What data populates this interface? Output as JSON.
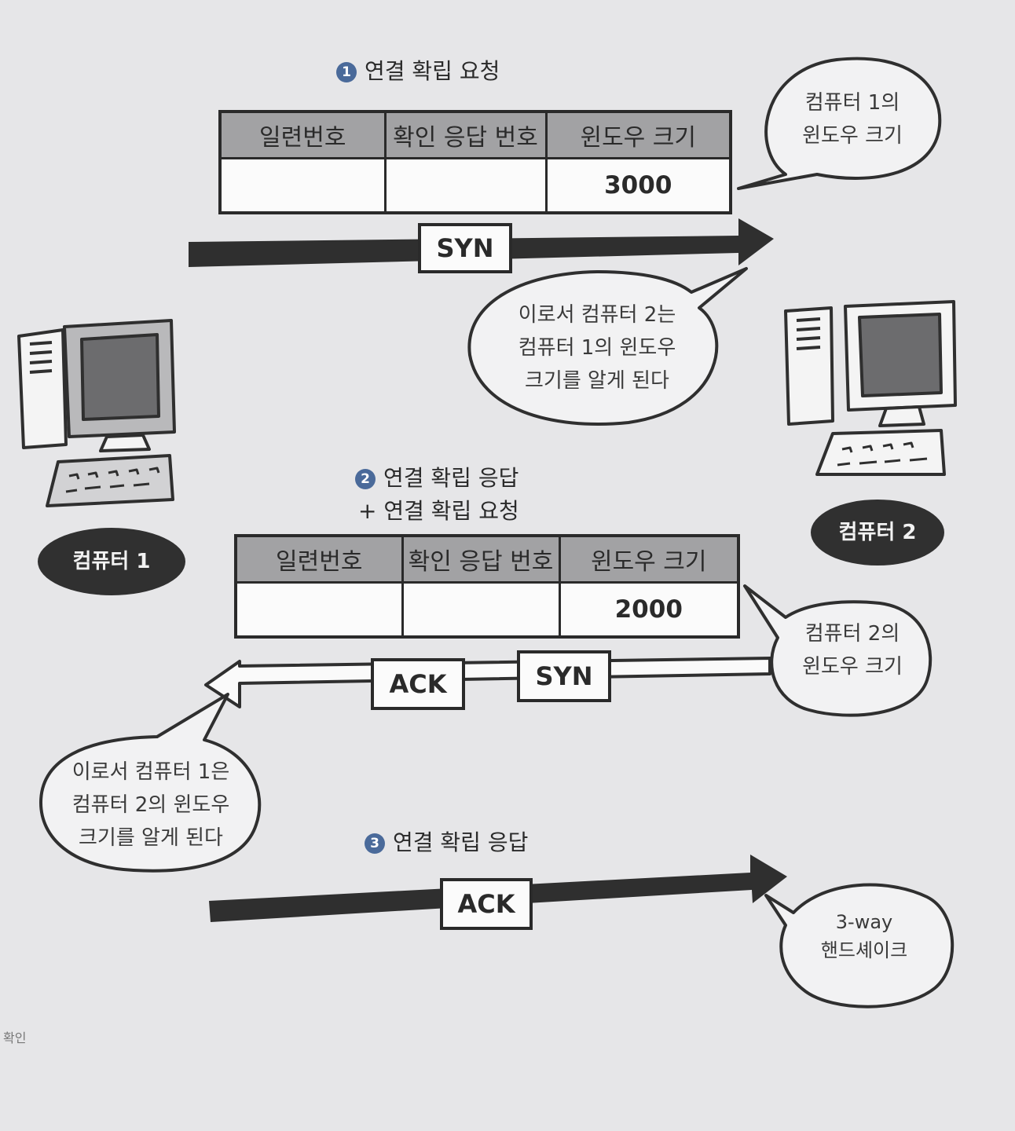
{
  "step1": {
    "badge": "1",
    "title": "연결 확립 요청"
  },
  "step2": {
    "badge": "2",
    "title_line1": "연결 확립 응답",
    "title_line2": "+ 연결 확립 요청"
  },
  "step3": {
    "badge": "3",
    "title": "연결 확립 응답"
  },
  "header_table_1": {
    "columns": [
      "일련번호",
      "확인 응답 번호",
      "윈도우 크기"
    ],
    "values": [
      "",
      "",
      "3000"
    ]
  },
  "header_table_2": {
    "columns": [
      "일련번호",
      "확인 응답 번호",
      "윈도우 크기"
    ],
    "values": [
      "",
      "",
      "2000"
    ]
  },
  "flags": {
    "syn_1": "SYN",
    "ack_2": "ACK",
    "syn_2": "SYN",
    "ack_3": "ACK"
  },
  "bubbles": {
    "pc1_window": [
      "컴퓨터 1의",
      "윈도우 크기"
    ],
    "pc2_learns": [
      "이로서 컴퓨터 2는",
      "컴퓨터 1의 윈도우",
      "크기를 알게 된다"
    ],
    "pc2_window": [
      "컴퓨터 2의",
      "윈도우 크기"
    ],
    "pc1_learns": [
      "이로서 컴퓨터 1은",
      "컴퓨터 2의 윈도우",
      "크기를 알게 된다"
    ],
    "handshake": [
      "3-way",
      "핸드셰이크"
    ]
  },
  "computers": {
    "left_label": "컴퓨터 1",
    "right_label": "컴퓨터 2"
  },
  "corner_text": "확인",
  "colors": {
    "arrow": "#2f2f2f",
    "header_fill": "#a2a2a4",
    "badge": "#4a6a9a",
    "label_pill": "#303030"
  }
}
